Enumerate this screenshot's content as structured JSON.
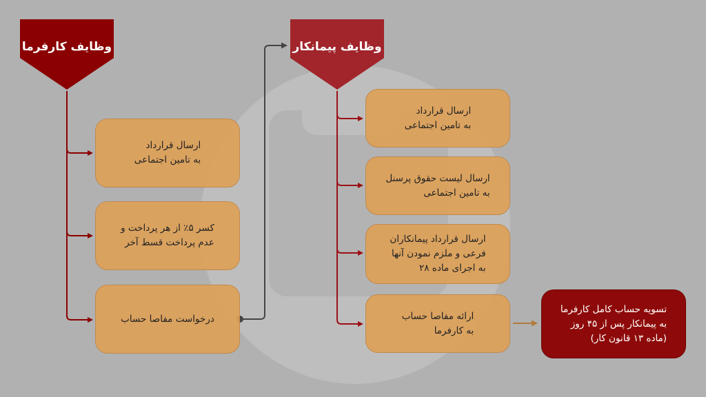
{
  "colors": {
    "background": "#b1b1b1",
    "employer_banner": "#8b0000",
    "contractor_banner": "#a1252b",
    "box_fill": "#dda158",
    "final_box": "#8e0a0a",
    "employer_line": "#8b0000",
    "connector_gray": "#444444",
    "final_arrow": "#b07a3a"
  },
  "employer": {
    "title": "وظایف کارفرما",
    "items": [
      {
        "text": "ارسال قرارداد\nبه تامین اجتماعی"
      },
      {
        "text": "کسر ۵٪ از هر پرداخت و\nعدم پرداخت قسط آخر"
      },
      {
        "text": "درخواست مفاصا حساب"
      }
    ]
  },
  "contractor": {
    "title": "وظایف پیمانکار",
    "items": [
      {
        "text": "ارسال قرارداد\nبه تامین اجتماعی"
      },
      {
        "text": "ارسال لیست حقوق پرسنل\nبه تامین اجتماعی"
      },
      {
        "text": "ارسال قرارداد پیمانکاران\nفرعی و ملزم نمودن آنها\nبه اجرای ماده ۲۸"
      },
      {
        "text": "ارائه مفاصا حساب\nبه کارفرما"
      }
    ]
  },
  "outcome": {
    "text": "تسویه حساب کامل کارفرما\nبه پیمانکار پس از ۴۵ روز\n(ماده ۱۳ قانون کار)"
  }
}
